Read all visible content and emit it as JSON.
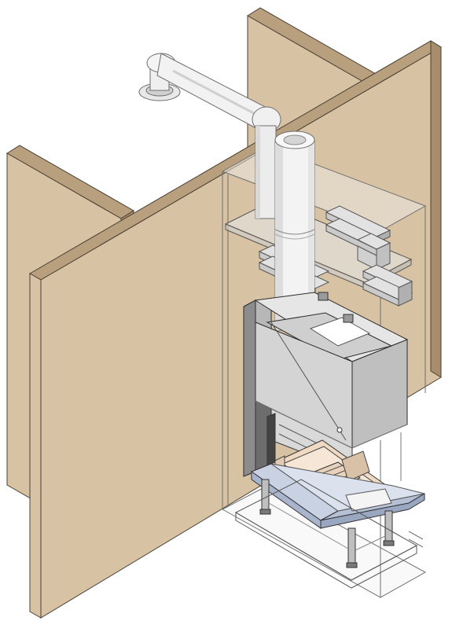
{
  "diagram": {
    "kind": "isometric-technical-drawing",
    "components": [
      "wall-panel-left",
      "wall-panel-back",
      "wall-panel-front",
      "flue-pipe",
      "hood-enclosure",
      "insulation-plates",
      "fireplace-insert-body",
      "firebox-glass",
      "firebox-grate",
      "support-legs",
      "base-plinth"
    ]
  },
  "colors": {
    "wall_face": "#d8c2a4",
    "wall_edge": "#b89f7e",
    "wall_outline": "#4a3f33",
    "pipe_light": "#f2f2f2",
    "pipe_shade": "#d9d9d9",
    "pipe_outline": "#6e6e6e",
    "metal_body": "#d4d4d4",
    "metal_dark": "#8c8c8c",
    "metal_top": "#e6e6e6",
    "line_dark": "#2b2b2b",
    "firebox_floor": "#f0d9c2",
    "base_blue": "#c9d2e3",
    "glass_line": "#7a7a7a"
  }
}
